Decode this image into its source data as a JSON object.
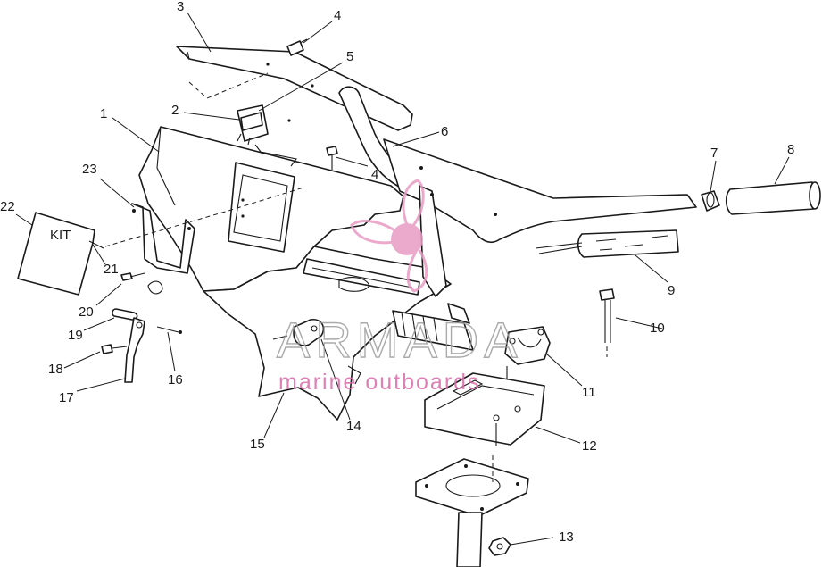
{
  "diagram": {
    "callouts": [
      "1",
      "2",
      "3",
      "4",
      "4",
      "5",
      "6",
      "7",
      "8",
      "9",
      "10",
      "11",
      "12",
      "13",
      "14",
      "15",
      "16",
      "17",
      "18",
      "19",
      "20",
      "21",
      "22",
      "23"
    ]
  },
  "watermark": {
    "brand": "ARMADA",
    "tagline": "marine outboards",
    "accent_color": "#e89cc4",
    "text_color": "#9c9c9c"
  },
  "plate_label": "KIT"
}
